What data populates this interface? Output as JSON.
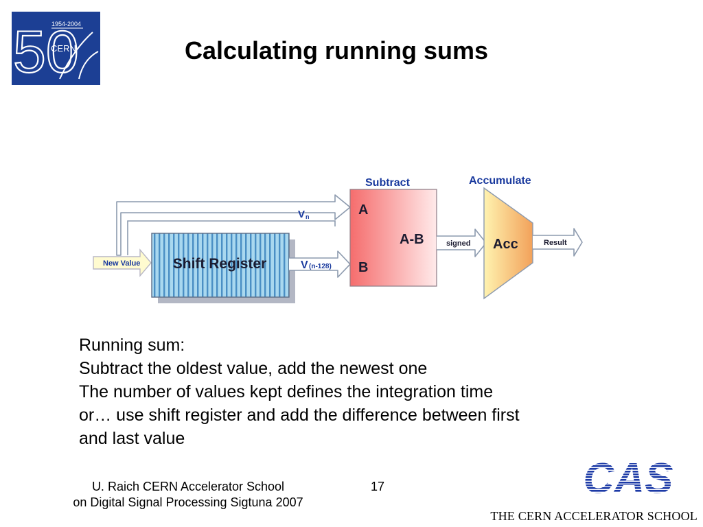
{
  "slide": {
    "title": "Calculating running sums",
    "page_number": "17"
  },
  "logo_50": {
    "years": "1954-2004",
    "big_number": "50",
    "org": "CERN",
    "bg_color": "#1c3f94"
  },
  "diagram": {
    "new_value_label": "New Value",
    "shift_register_label": "Shift Register",
    "vn_label": "V",
    "vn_subscript": "n",
    "v_old_label": "V",
    "v_old_subscript": "(n-128)",
    "subtract_title": "Subtract",
    "input_a": "A",
    "input_b": "B",
    "op_label": "A-B",
    "signed_label": "signed",
    "accumulate_title": "Accumulate",
    "acc_label": "Acc",
    "result_label": "Result",
    "title_color": "#1a3a9e"
  },
  "bullets": [
    "Running sum:",
    "Subtract the oldest value, add the newest one",
    "The number of values kept defines the integration time",
    "or… use shift register and add the difference between first",
    "and last value"
  ],
  "footer": {
    "line1": "U. Raich  CERN Accelerator School",
    "line2": "on Digital Signal Processing  Sigtuna 2007"
  },
  "cas_logo": {
    "text": "CAS",
    "tagline": "THE CERN ACCELERATOR SCHOOL",
    "color": "#1c3aa6"
  }
}
